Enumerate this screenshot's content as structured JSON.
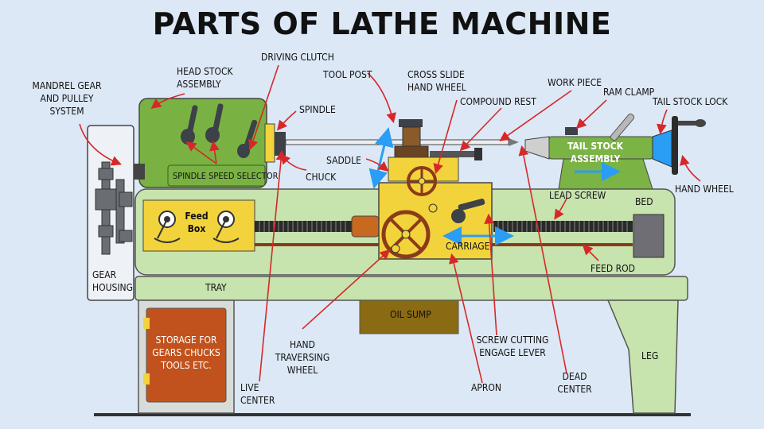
{
  "title": "PARTS OF LATHE MACHINE",
  "labels": {
    "mandrel": "MANDREL GEAR\nAND PULLEY\nSYSTEM",
    "headstock": "HEAD STOCK\nASSEMBLY",
    "driving_clutch": "DRIVING CLUTCH",
    "tool_post": "TOOL POST",
    "cross_slide": "CROSS SLIDE\nHAND WHEEL",
    "compound_rest": "COMPOUND REST",
    "work_piece": "WORK PIECE",
    "ram_clamp": "RAM CLAMP",
    "tail_stock_lock": "TAIL STOCK LOCK",
    "spindle": "SPINDLE",
    "saddle": "SADDLE",
    "chuck": "CHUCK",
    "spindle_speed": "SPINDLE SPEED SELECTOR",
    "tail_stock_assembly": "TAIL STOCK\nASSEMBLY",
    "hand_wheel": "HAND WHEEL",
    "lead_screw": "LEAD SCREW",
    "bed": "BED",
    "feed_box": "Feed\nBox",
    "carriage": "CARRIAGE",
    "feed_rod": "FEED ROD",
    "gear_housing": "GEAR\nHOUSING",
    "tray": "TRAY",
    "oil_sump": "OIL SUMP",
    "storage": "STORAGE FOR\nGEARS CHUCKS\nTOOLS ETC.",
    "hand_traversing": "HAND\nTRAVERSING\nWHEEL",
    "screw_cutting": "SCREW CUTTING\nENGAGE LEVER",
    "dead_center": "DEAD\nCENTER",
    "live_center": "LIVE\nCENTER",
    "apron": "APRON",
    "leg": "LEG"
  }
}
